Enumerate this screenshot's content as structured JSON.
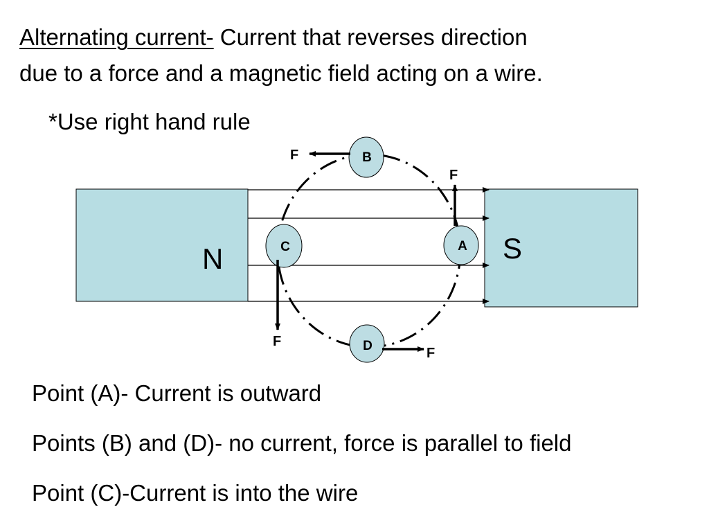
{
  "title": {
    "term": "Alternating current-",
    "definition_rest": " Current that reverses direction",
    "line2": "due to a force and a magnetic field acting on a wire."
  },
  "note": "*Use right hand rule",
  "diagram": {
    "magnet_left_label": "N",
    "magnet_right_label": "S",
    "point_a": "A",
    "point_b": "B",
    "point_c": "C",
    "point_d": "D",
    "force_label": "F",
    "colors": {
      "magnet_fill": "#b7dde3",
      "point_fill": "#bddde3",
      "stroke": "#000000"
    }
  },
  "points": {
    "a": "Point (A)- Current is outward",
    "bd": "Points (B) and (D)- no current, force is parallel to field",
    "c": "Point (C)-Current is into the wire"
  }
}
